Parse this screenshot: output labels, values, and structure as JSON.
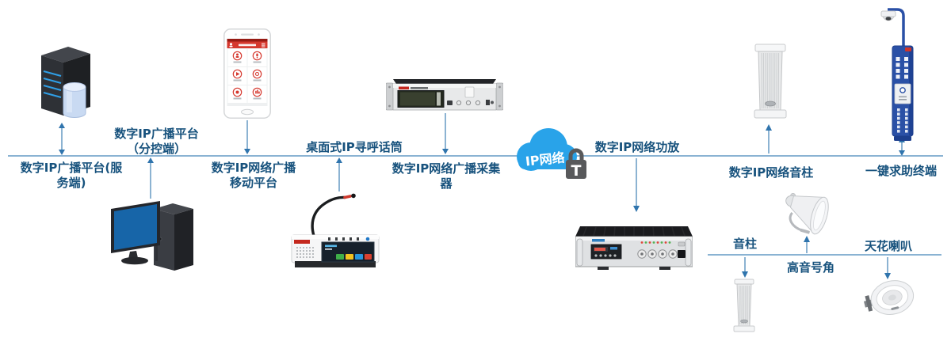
{
  "labels": {
    "server": "数字IP广播平台(服\n务端)",
    "branch": "数字IP广播平台\n（分控端）",
    "mobile": "数字IP网络广播\n移动平台",
    "mic": "桌面式IP寻呼话筒",
    "collector": "数字IP网络广播采集器",
    "amplifier": "数字IP网络功放",
    "network_column": "数字IP网络音柱",
    "help_terminal": "一键求助终端",
    "column": "音柱",
    "horn": "高音号角",
    "ceiling": "天花喇叭"
  },
  "cloud": {
    "label": "IP网络",
    "lock_glyph": "T",
    "cloud_color": "#29a3e9",
    "lock_color": "#58595b"
  },
  "colors": {
    "label_text": "#17527d",
    "bus_line": "#8ab3d3",
    "connector_line": "#6fa0c6",
    "arrow": "#2f74ad",
    "terminal_blue": "#2a50a6",
    "phone_red": "#d5382e",
    "screen_blue": "#1765a8"
  }
}
